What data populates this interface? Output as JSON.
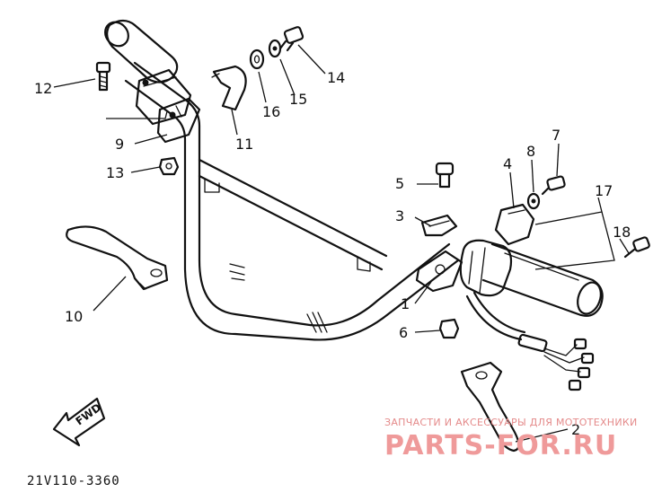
{
  "diagram_code": "21V110-3360",
  "direction_marker": {
    "text": "FWD"
  },
  "callouts": [
    {
      "id": "1",
      "label": "1"
    },
    {
      "id": "2",
      "label": "2"
    },
    {
      "id": "3",
      "label": "3"
    },
    {
      "id": "4",
      "label": "4"
    },
    {
      "id": "5",
      "label": "5"
    },
    {
      "id": "6",
      "label": "6"
    },
    {
      "id": "7",
      "label": "7"
    },
    {
      "id": "8",
      "label": "8"
    },
    {
      "id": "9",
      "label": "9"
    },
    {
      "id": "10",
      "label": "10"
    },
    {
      "id": "11",
      "label": "11"
    },
    {
      "id": "12",
      "label": "12"
    },
    {
      "id": "13",
      "label": "13"
    },
    {
      "id": "14",
      "label": "14"
    },
    {
      "id": "15",
      "label": "15"
    },
    {
      "id": "16",
      "label": "16"
    },
    {
      "id": "17",
      "label": "17"
    },
    {
      "id": "18",
      "label": "18"
    }
  ],
  "watermark": {
    "tagline": "ЗАПЧАСТИ И АКСЕССУАРЫ ДЛЯ МОТОТЕХНИКИ",
    "brand": "PARTS-FOR.RU"
  }
}
